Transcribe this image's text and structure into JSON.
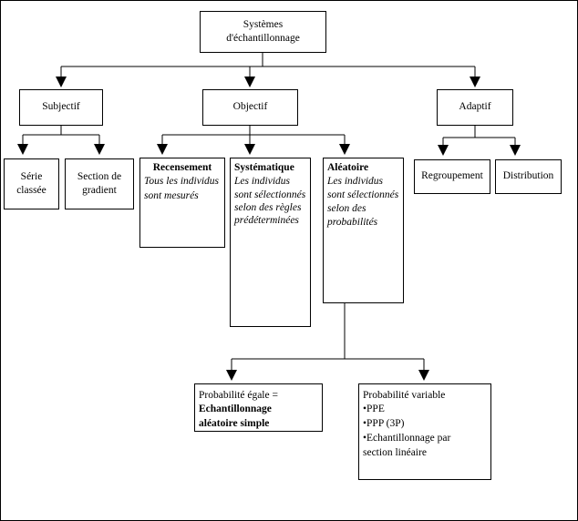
{
  "diagram": {
    "title": "Systèmes d'échantillonnage",
    "language": "fr",
    "type": "hierarchical-flowchart",
    "root": {
      "id": "root",
      "label_line1": "Systèmes",
      "label_line2": "d'échantillonnage"
    },
    "level2": [
      {
        "id": "subjectif",
        "label": "Subjectif"
      },
      {
        "id": "objectif",
        "label": "Objectif"
      },
      {
        "id": "adaptif",
        "label": "Adaptif"
      }
    ],
    "subjectif_children": [
      {
        "id": "serie-classee",
        "line1": "Série",
        "line2": "classée"
      },
      {
        "id": "section-gradient",
        "line1": "Section de",
        "line2": "gradient"
      }
    ],
    "objectif_children": [
      {
        "id": "recensement",
        "heading": "Recensement",
        "body": [
          "Tous les individus",
          "sont mesurés"
        ]
      },
      {
        "id": "systematique",
        "heading": "Systématique",
        "body": [
          "Les individus",
          "sont sélectionnés",
          "selon des règles",
          "prédéterminées"
        ]
      },
      {
        "id": "aleatoire",
        "heading": "Aléatoire",
        "body": [
          "Les individus",
          "sont sélectionnés",
          "selon des",
          "probabilités"
        ]
      }
    ],
    "adaptif_children": [
      {
        "id": "regroupement",
        "label": "Regroupement"
      },
      {
        "id": "distribution",
        "label": "Distribution"
      }
    ],
    "aleatoire_children": [
      {
        "id": "probabilite-egale",
        "intro": "Probabilité égale =",
        "bold": [
          "Echantillonnage",
          "aléatoire simple"
        ]
      },
      {
        "id": "probabilite-variable",
        "intro": "Probabilité variable",
        "bullets": [
          "•PPE",
          "•PPP (3P)",
          "•Echantillonnage par",
          "section linéaire"
        ]
      }
    ],
    "colors": {
      "stroke": "#000000",
      "fill": "#ffffff",
      "text": "#000000"
    }
  }
}
